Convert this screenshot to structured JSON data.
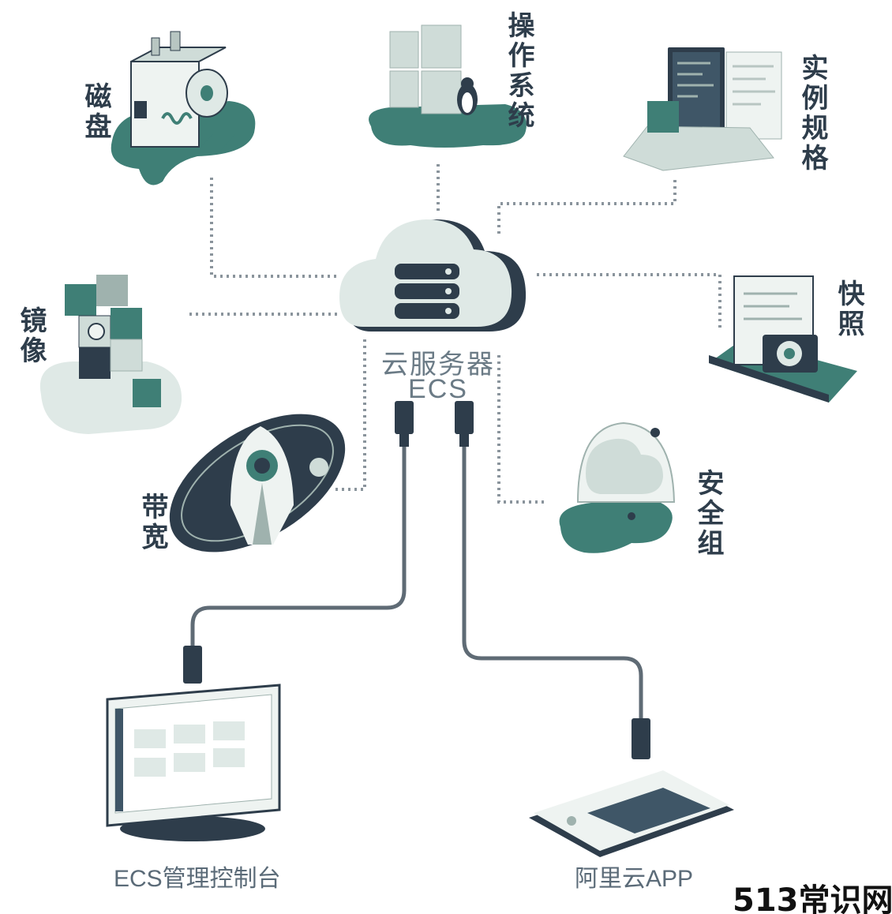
{
  "center": {
    "title": "云服务器",
    "subtitle": "ECS"
  },
  "nodes": {
    "disk": "磁盘",
    "os": "操作系统",
    "instance_spec": "实例规格",
    "image": "镜像",
    "snapshot": "快照",
    "bandwidth": "带宽",
    "security_group": "安全组"
  },
  "clients": {
    "console": "ECS管理控制台",
    "app": "阿里云APP"
  },
  "watermark": "513常识网",
  "colors": {
    "teal": "#3f7f76",
    "navy": "#2e3d4b",
    "mint": "#dfe9e6",
    "line_dotted": "#8a949c"
  },
  "icons": [
    "cloud-server-icon",
    "disk-machine-icon",
    "windows-linux-icon",
    "laptop-code-icon",
    "image-blocks-icon",
    "snapshot-camera-icon",
    "rocket-orbit-icon",
    "security-dome-icon",
    "monitor-icon",
    "tablet-icon",
    "cable-plug-icon"
  ]
}
